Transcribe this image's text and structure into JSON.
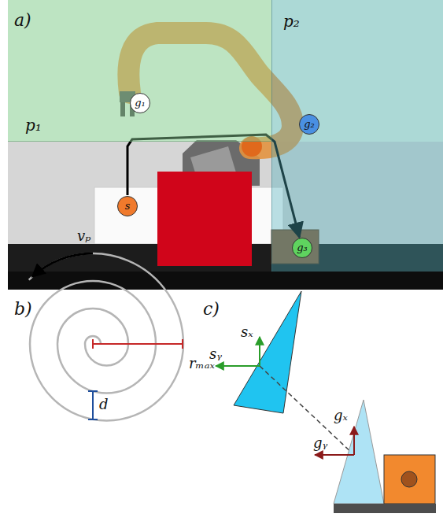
{
  "diagram": {
    "nodes": [
      {
        "text": [
          "p₁"
        ]
      },
      {
        "text": [
          "g₁"
        ],
        "in": 0
      },
      {
        "text": [
          "p₂"
        ]
      },
      {
        "text": [
          "g₂"
        ],
        "in": 2
      },
      {
        "text": [
          "s"
        ]
      },
      {
        "text": [
          "g₃"
        ],
        "in": 2
      }
    ],
    "edges": [
      {
        "from": 4,
        "to": 5,
        "arrow": "to"
      }
    ],
    "labels": [
      "a)",
      "b)",
      "vₚ",
      "rₘₐₓ",
      "d",
      "c)",
      "sₓ",
      "sᵧ",
      "gₓ",
      "gᵧ"
    ]
  }
}
